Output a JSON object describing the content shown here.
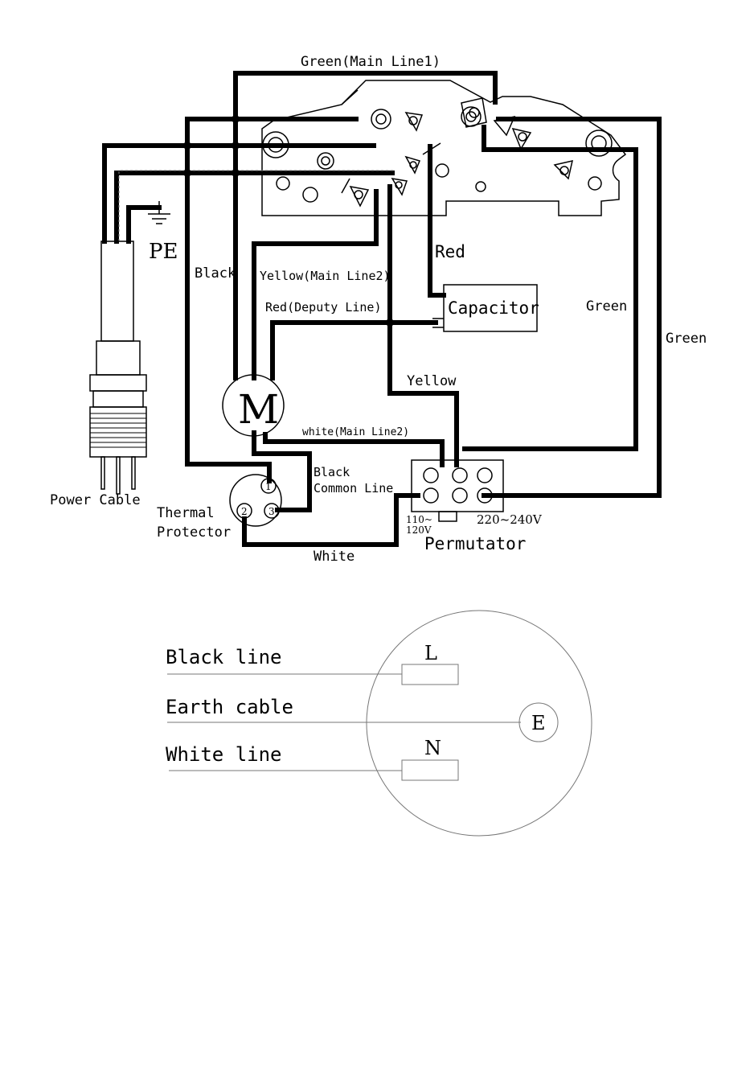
{
  "labels": {
    "green_main_line1": "Green(Main Line1)",
    "black": "Black",
    "yellow_main_line2": "Yellow(Main Line2)",
    "red_deputy_line": "Red(Deputy Line)",
    "red": "Red",
    "capacitor": "Capacitor",
    "green_right": "Green",
    "green_far_right": "Green",
    "yellow": "Yellow",
    "white_main_line2": "white(Main Line2)",
    "motor": "M",
    "black_common_line_1": "Black",
    "black_common_line_2": "Common Line",
    "pe": "PE",
    "power_cable": "Power Cable",
    "thermal_protector_1": "Thermal",
    "thermal_protector_2": "Protector",
    "white": "White",
    "v110_1": "110~",
    "v110_2": "120V",
    "v220": "220~240V",
    "permutator": "Permutator",
    "tp_1": "1",
    "tp_2": "2",
    "tp_3": "3"
  },
  "plug": {
    "black_line": "Black line",
    "earth_cable": "Earth cable",
    "white_line": "White line",
    "l": "L",
    "e": "E",
    "n": "N"
  }
}
